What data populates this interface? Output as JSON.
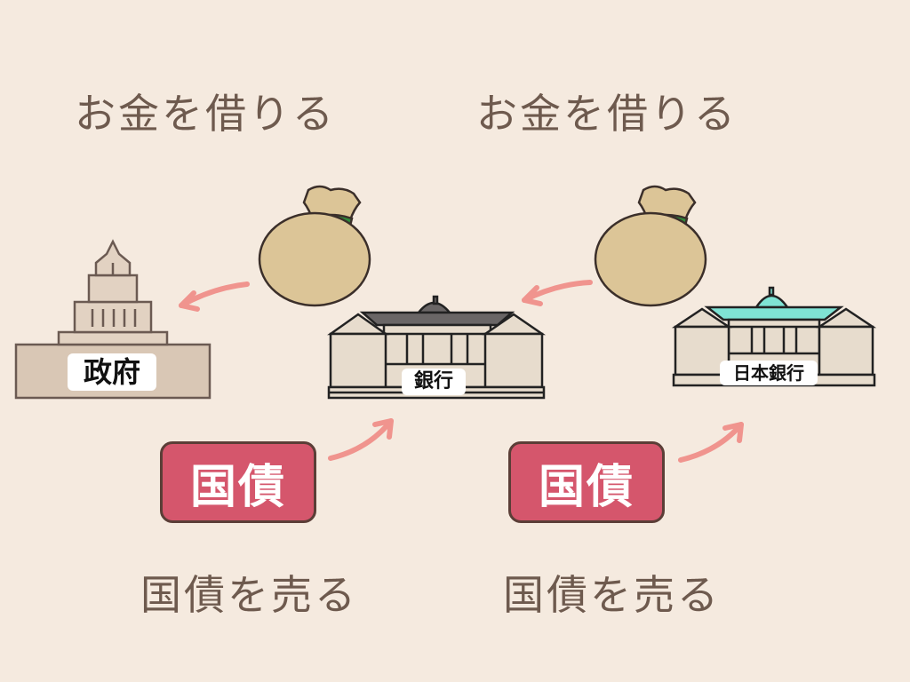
{
  "headings": {
    "borrow_left": "お金を借りる",
    "borrow_right": "お金を借りる",
    "sell_left": "国債を売る",
    "sell_right": "国債を売る"
  },
  "buildings": {
    "government": "政府",
    "bank": "銀行",
    "central_bank": "日本銀行"
  },
  "bonds": {
    "left": "国債",
    "right": "国債"
  },
  "icons": {
    "money_bag": "money-bag-icon",
    "arrow": "arrow-icon",
    "government_building": "diet-building-icon",
    "bank_building": "bank-building-icon",
    "central_bank_building": "central-bank-building-icon"
  },
  "colors": {
    "background": "#f5eadf",
    "heading_text": "#6e5a4e",
    "bond_fill": "#d5566c",
    "arrow": "#f0948e",
    "money_bag": "#dcc597",
    "money_bag_tie": "#2f8a3a",
    "central_bank_roof": "#7fe3d4",
    "bank_roof": "#6a6666"
  }
}
